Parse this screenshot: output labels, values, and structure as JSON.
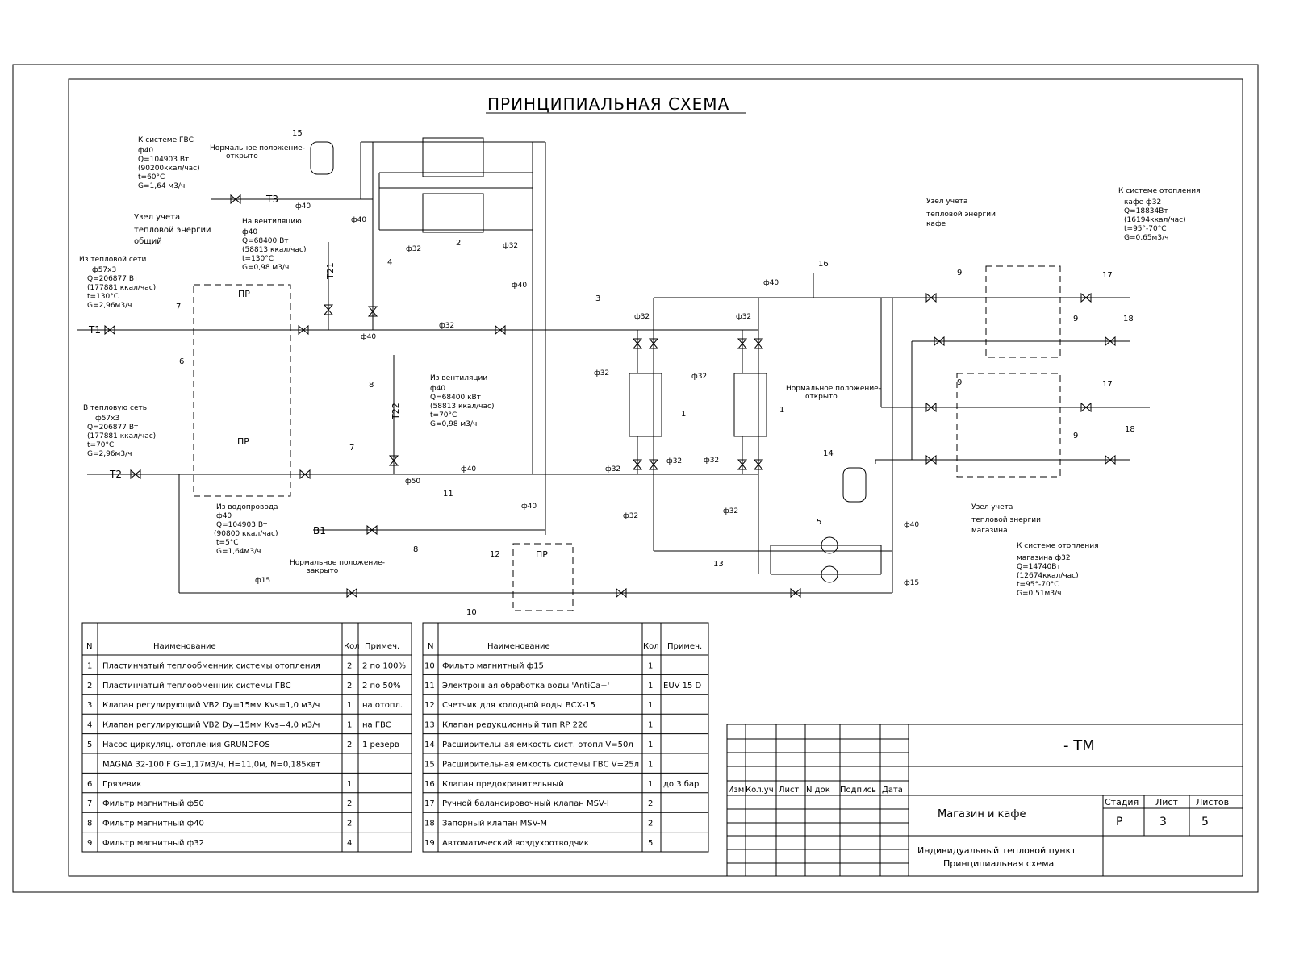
{
  "title": "ПРИНЦИПИАЛЬНАЯ СХЕМА",
  "annotations": {
    "gvs_system": [
      "К системе ГВС",
      "ф40",
      "Q=104903 Вт",
      "(90200ккал/час)",
      "t=60°С",
      "G=1,64 м3/ч"
    ],
    "normal_open": [
      "Нормальное положение-",
      "открыто"
    ],
    "node15": "15",
    "t3": "T3",
    "d40_gvs": "ф40",
    "meter_common": [
      "Узел учета",
      "тепловой энергии",
      "общий"
    ],
    "ventilation_to": [
      "На вентиляцию",
      "ф40",
      "Q=68400 Вт",
      "(58813 ккал/час)",
      "t=130°С",
      "G=0,98 м3/ч"
    ],
    "t21": "T21",
    "from_network": [
      "Из тепловой сети",
      "ф57х3",
      "Q=206877 Вт",
      "(177881 ккал/час)",
      "t=130°С",
      "G=2,96м3/ч"
    ],
    "t1": "T1",
    "node7a": "7",
    "node6": "6",
    "pr1": "ПР",
    "d40_main": "ф40",
    "d32_main": "ф32",
    "d40_a": "ф40",
    "d40_b": "ф40",
    "node4": "4",
    "d32_hx_left": "ф32",
    "d32_hx_right": "ф32",
    "node2": "2",
    "node8": "8",
    "ventilation_from": [
      "Из вентиляции",
      "ф40",
      "Q=68400 кВт",
      "(58813 ккал/час)",
      "t=70°С",
      "G=0,98 м3/ч"
    ],
    "t22": "T22",
    "to_network": [
      "В тепловую сеть",
      "ф57х3",
      "Q=206877 Вт",
      "(177881 ккал/час)",
      "t=70°С",
      "G=2,96м3/ч"
    ],
    "t2": "T2",
    "pr2": "ПР",
    "node7b": "7",
    "d50": "ф50",
    "d40_return": "ф40",
    "water_supply": [
      "Из водопровода",
      "ф40",
      "Q=104903 Вт",
      "(90800 ккал/час)",
      "t=5°С",
      "G=1,64м3/ч"
    ],
    "b1": "B1",
    "node11": "11",
    "node12": "12",
    "node8b": "8",
    "d40_c": "ф40",
    "normal_closed": [
      "Нормальное положение-",
      "закрыто"
    ],
    "d15": "ф15",
    "node10": "10",
    "pr3": "ПР",
    "node3": "3",
    "d32_hx1": "ф32",
    "d32_hx1b": "ф32",
    "d32_hx2": "ф32",
    "d32_hx2b": "ф32",
    "d32_hx1c": "ф32",
    "d32_hx2c": "ф32",
    "d32_bottom_left": "ф32",
    "d32_bottom_right": "ф32",
    "d32_c": "ф32",
    "node1a": "1",
    "node1b": "1",
    "d40_top": "ф40",
    "node16": "16",
    "meter_cafe": [
      "Узел учета",
      "тепловой энергии",
      "кафе"
    ],
    "heating_cafe": [
      "К системе отопления",
      "кафе    ф32",
      "Q=18834Вт",
      "(16194ккал/час)",
      "t=95°-70°С",
      "G=0,65м3/ч"
    ],
    "node9a": "9",
    "node17a": "17",
    "node9b": "9",
    "node18a": "18",
    "normal_open2": [
      "Нормальное положение-",
      "открыто"
    ],
    "node14": "14",
    "node9c": "9",
    "node17b": "17",
    "node9d": "9",
    "node18b": "18",
    "node5": "5",
    "d40_d": "ф40",
    "d15_b": "ф15",
    "node13": "13",
    "meter_shop": [
      "Узел учета",
      "тепловой энергии",
      "магазина"
    ],
    "heating_shop": [
      "К системе отопления",
      "магазина    ф32",
      "Q=14740Вт",
      "(12674ккал/час)",
      "t=95°-70°С",
      "G=0,51м3/ч"
    ]
  },
  "spec_left": {
    "headers": [
      "N",
      "Наименование",
      "Кол",
      "Примеч."
    ],
    "rows": [
      [
        "1",
        "Пластинчатый теплообменник системы отопления",
        "2",
        "2 по 100%"
      ],
      [
        "2",
        "Пластинчатый теплообменник системы ГВС",
        "2",
        "2 по 50%"
      ],
      [
        "3",
        "Клапан регулирующий VB2 Dy=15мм   Kvs=1,0 м3/ч",
        "1",
        "на отопл."
      ],
      [
        "4",
        "Клапан регулирующий VB2 Dy=15мм   Kvs=4,0 м3/ч",
        "1",
        "на ГВС"
      ],
      [
        "5",
        "Насос циркуляц. отопления          GRUNDFOS",
        "2",
        "1 резерв"
      ],
      [
        "",
        "MAGNA 32-100 F   G=1,17м3/ч, H=11,0м,  N=0,185квт",
        "",
        ""
      ],
      [
        "6",
        "Грязевик",
        "1",
        ""
      ],
      [
        "7",
        "Фильтр магнитный        ф50",
        "2",
        ""
      ],
      [
        "8",
        "Фильтр магнитный        ф40",
        "2",
        ""
      ],
      [
        "9",
        "Фильтр магнитный        ф32",
        "4",
        ""
      ]
    ]
  },
  "spec_right": {
    "headers": [
      "N",
      "Наименование",
      "Кол",
      "Примеч."
    ],
    "rows": [
      [
        "10",
        "Фильтр магнитный        ф15",
        "1",
        ""
      ],
      [
        "11",
        "Электронная обработка воды 'AntiCa+'",
        "1",
        "EUV 15 D"
      ],
      [
        "12",
        "Счетчик для холодной воды   ВСХ-15",
        "1",
        ""
      ],
      [
        "13",
        "Клапан редукционный тип RP 226",
        "1",
        ""
      ],
      [
        "14",
        "Расширительная емкость сист. отопл V=50л",
        "1",
        ""
      ],
      [
        "15",
        "Расширительная емкость системы ГВС V=25л",
        "1",
        ""
      ],
      [
        "16",
        "Клапан предохранительный",
        "1",
        "до 3 бар"
      ],
      [
        "17",
        "Ручной балансировочный клапан MSV-I",
        "2",
        ""
      ],
      [
        "18",
        "Запорный клапан MSV-M",
        "2",
        ""
      ],
      [
        "19",
        "Автоматический воздухоотводчик",
        "5",
        ""
      ]
    ]
  },
  "title_block": {
    "code": "-  ТМ",
    "rev_headers": [
      "Изм",
      "Кол.уч",
      "Лист",
      "N док",
      "Подпись",
      "Дата"
    ],
    "object": "Магазин  и  кафе",
    "stage_headers": [
      "Стадия",
      "Лист",
      "Листов"
    ],
    "stage_values": [
      "Р",
      "3",
      "5"
    ],
    "doc_title": [
      "Индивидуальный тепловой пункт",
      "Принципиальная схема"
    ]
  }
}
